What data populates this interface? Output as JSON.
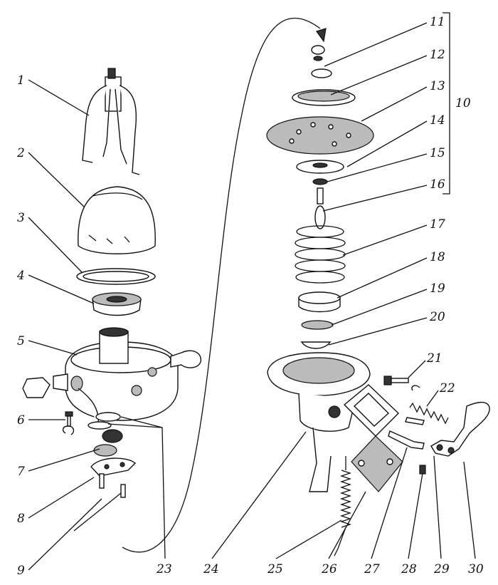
{
  "labels": {
    "l1": "1",
    "l2": "2",
    "l3": "3",
    "l4": "4",
    "l5": "5",
    "l6": "6",
    "l7": "7",
    "l8": "8",
    "l9": "9",
    "l10": "10",
    "l11": "11",
    "l12": "12",
    "l13": "13",
    "l14": "14",
    "l15": "15",
    "l16": "16",
    "l17": "17",
    "l18": "18",
    "l19": "19",
    "l20": "20",
    "l21": "21",
    "l22": "22",
    "l23": "23",
    "l24": "24",
    "l25": "25",
    "l26": "26",
    "l27": "27",
    "l28": "28",
    "l29": "29",
    "l30": "30"
  },
  "parts": {
    "bracket": "wire-bracket",
    "bowl": "glass-bowl",
    "gasket": "sealing-gasket",
    "filter": "filter-screen",
    "body": "pump-upper-body",
    "diaphragm": "diaphragm-disc",
    "spring": "diaphragm-spring",
    "lower_body": "pump-lower-body",
    "lever": "hand-priming-lever"
  }
}
